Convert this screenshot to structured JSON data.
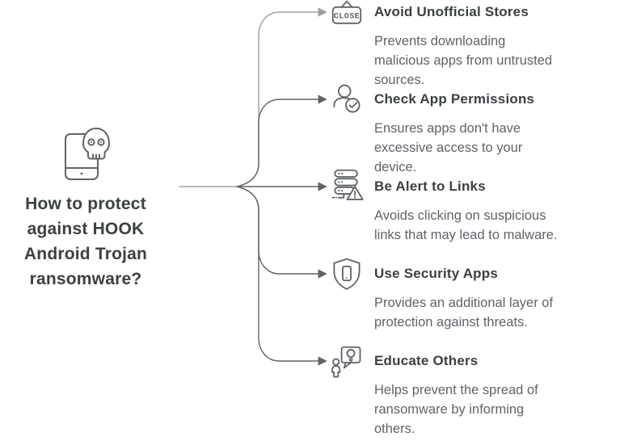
{
  "colors": {
    "background": "#ffffff",
    "title_text": "#3c4043",
    "body_text": "#5f6368",
    "connector_light": "#9aa0a6",
    "connector_dark": "#5f6368",
    "icon_stroke": "#5f6368"
  },
  "root": {
    "icon": "phone-skull-icon",
    "question": "How to protect against HOOK Android Trojan ransomware?",
    "question_lines": [
      "How to protect",
      "against HOOK",
      "Android Trojan",
      "ransomware?"
    ]
  },
  "items": [
    {
      "icon": "closed-store-sign-icon",
      "sign_text": "CLOSE",
      "title": "Avoid Unofficial Stores",
      "description": "Prevents downloading malicious apps from untrusted sources.",
      "lines": [
        "Prevents downloading",
        "malicious apps from untrusted",
        "sources."
      ]
    },
    {
      "icon": "user-check-icon",
      "title": "Check App Permissions",
      "description": "Ensures apps don't have excessive access to your device.",
      "lines": [
        "Ensures apps don't have",
        "excessive access to your",
        "device."
      ]
    },
    {
      "icon": "server-warning-icon",
      "title": "Be Alert to Links",
      "description": "Avoids clicking on suspicious links that may lead to malware.",
      "lines": [
        "Avoids clicking on suspicious",
        "links that may lead to malware."
      ]
    },
    {
      "icon": "shield-phone-icon",
      "title": "Use Security Apps",
      "description": "Provides an additional layer of protection against threats.",
      "lines": [
        "Provides an additional layer of",
        "protection against threats."
      ]
    },
    {
      "icon": "person-idea-bubble-icon",
      "title": "Educate Others",
      "description": "Helps prevent the spread of ransomware by informing others.",
      "lines": [
        "Helps prevent the spread of",
        "ransomware by informing",
        "others."
      ]
    }
  ]
}
